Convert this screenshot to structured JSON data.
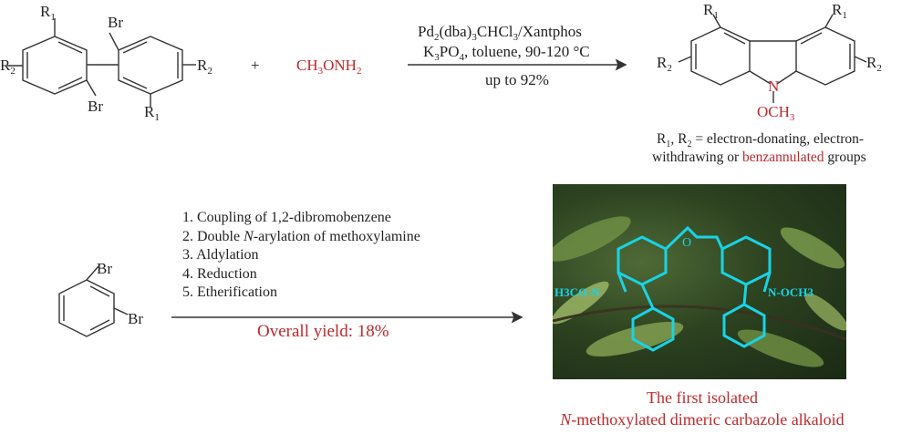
{
  "reaction1": {
    "biphenyl": {
      "br_top": "Br",
      "br_bottom": "Br"
    },
    "reagent": "CH3ONH2",
    "conditions": {
      "catalyst": "Pd2(dba)3CHCl3/Xantphos",
      "base_solvent": "K3PO4, toluene, 90-120 °C",
      "yield": "up to 92%"
    },
    "product_substituent": "OCH3",
    "product_n": "N",
    "note_line1_part1": "R1, R2 = electron-donating, electron-",
    "note_line2_part1": "withdrawing or ",
    "note_line2_red": "benzannulated",
    "note_line2_part2": " groups"
  },
  "reaction2": {
    "start_br_top": "Br",
    "start_br_right": "Br",
    "steps": [
      "1. Coupling of 1,2-dibromobenzene",
      "2. Double N-arylation of methoxylamine",
      "3. Aldylation",
      "4. Reduction",
      "5. Etherification"
    ],
    "overall_yield": "Overall yield: 18%",
    "caption_line1": "The first isolated",
    "caption_line2_italic": "N",
    "caption_line2_rest": "-methoxylated dimeric carbazole alkaloid",
    "dimer_labels": {
      "left_group": "H3CO-N",
      "right_group": "N-OCH3",
      "ether_o": "O"
    }
  },
  "colors": {
    "accent_red": "#c0282b",
    "structure_cyan": "#19d3e6",
    "text": "#222222"
  }
}
